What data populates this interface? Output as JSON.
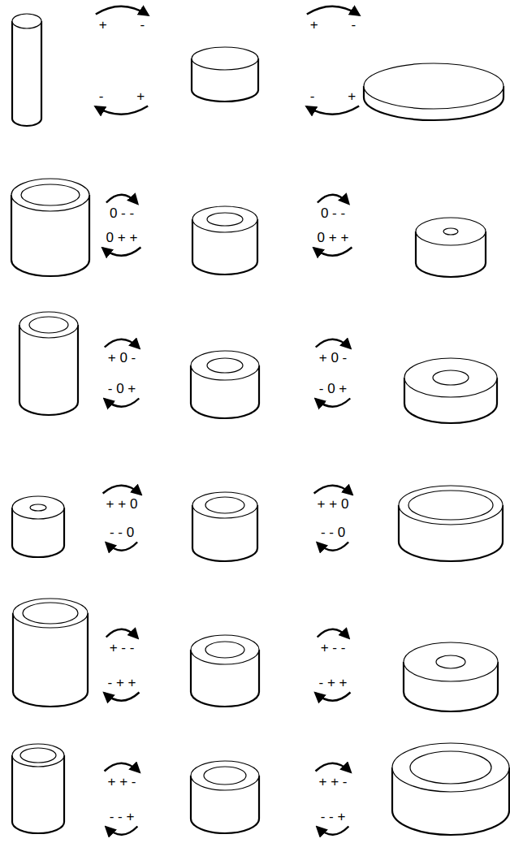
{
  "diagram": {
    "labels": [
      "+ -",
      "- +",
      "+ -",
      "- +",
      "0 - -",
      "0 + +",
      "0 - -",
      "0 + +",
      "+ 0 -",
      "- 0 +",
      "+ 0 -",
      "- 0 +",
      "+ + 0",
      "- - 0",
      "+ + 0",
      "- - 0",
      "+ - -",
      "- + +",
      "+ - -",
      "- + +",
      "+ + -",
      "- - +",
      "+ + -",
      "- - +"
    ]
  }
}
